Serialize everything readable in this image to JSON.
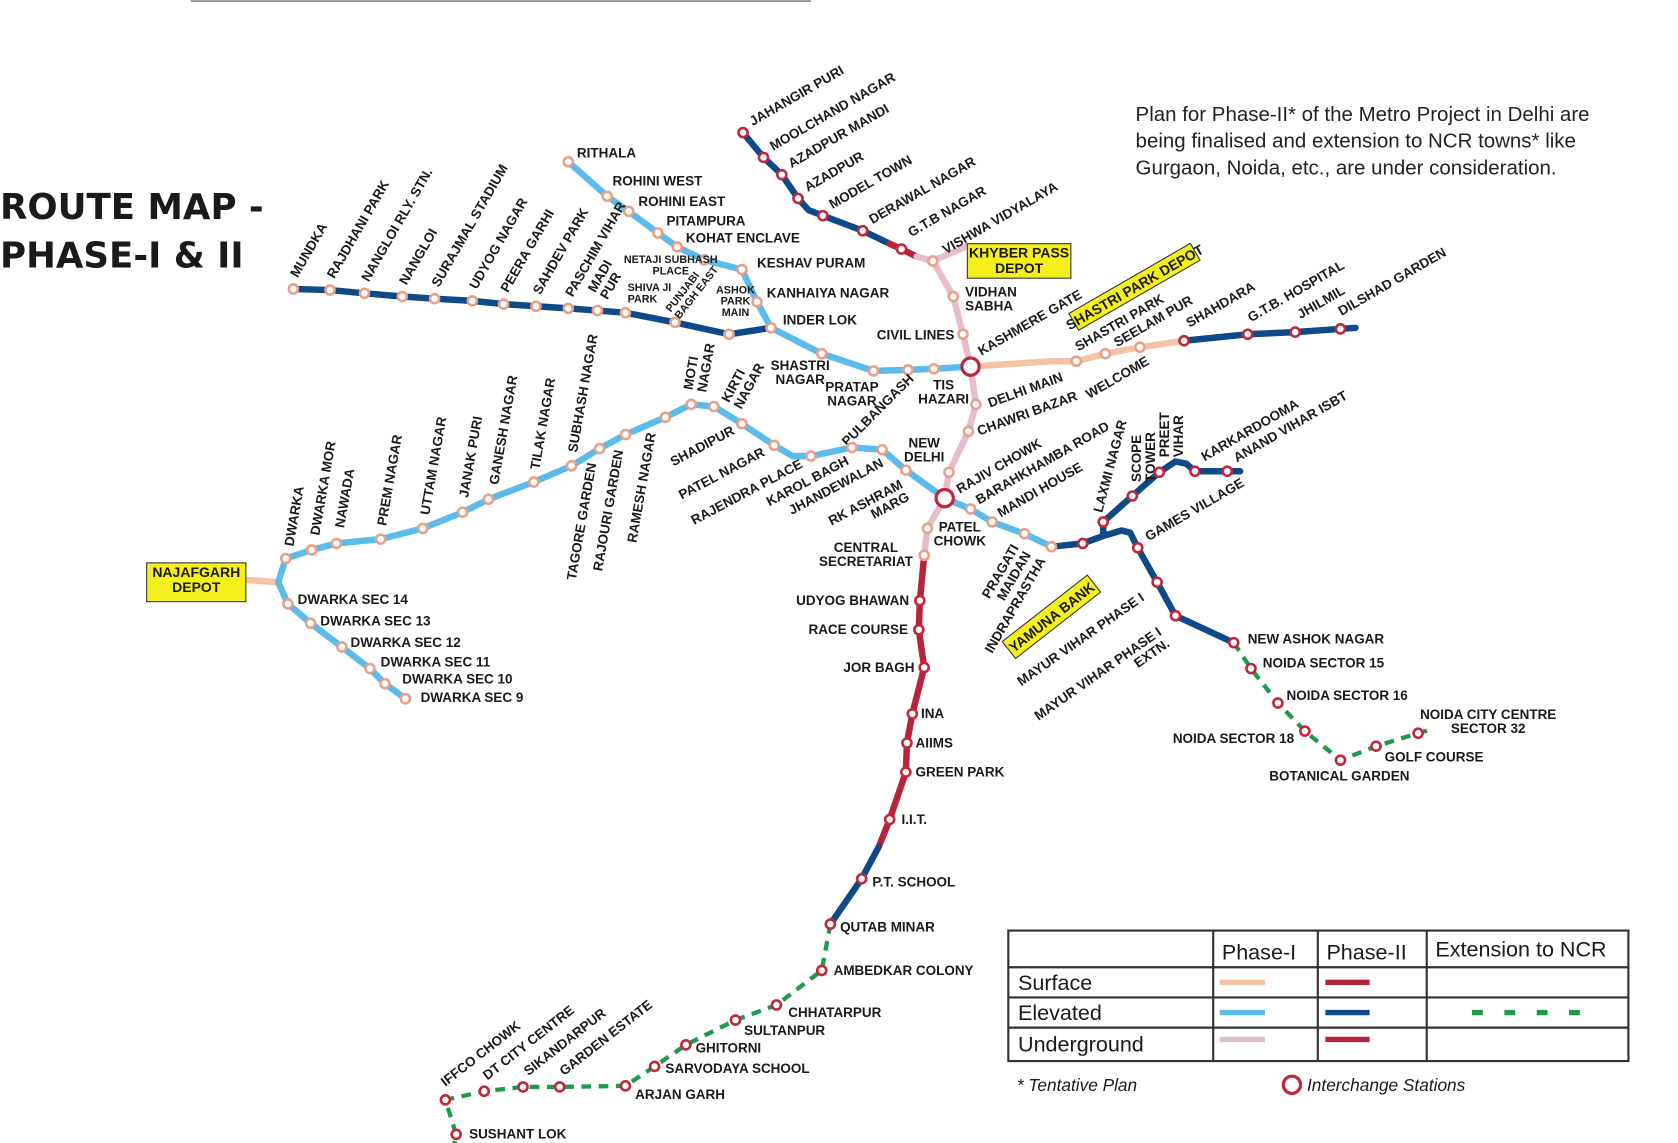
{
  "title": {
    "line1": "ROUTE MAP -",
    "line2": "PHASE-I & II"
  },
  "note": [
    "Plan for Phase-II* of the Metro Project in Delhi are",
    "being finalised and extension to NCR towns* like",
    "Gurgaon, Noida, etc., are under consideration."
  ],
  "colors": {
    "phase1_surface": "#f4c3a6",
    "phase1_elevated": "#5bbbea",
    "phase1_underground": "#e7bccd",
    "phase2_surface": "#b8233c",
    "phase2_elevated": "#0f4a88",
    "phase2_underground": "#b8233c",
    "ncr_extension": "#1f9a4b",
    "station_phase1": "#e8a088",
    "station_phase2": "#c0273a",
    "depot_fill": "#f5f01c"
  },
  "depots": [
    {
      "id": "khyber-pass",
      "lines": [
        "KHYBER PASS",
        "DEPOT"
      ]
    },
    {
      "id": "shastri-park",
      "lines": [
        "SHASTRI PARK DEPOT"
      ]
    },
    {
      "id": "najafgarh",
      "lines": [
        "NAJAFGARH",
        "DEPOT"
      ]
    },
    {
      "id": "yamuna-bank",
      "lines": [
        "YAMUNA BANK"
      ]
    }
  ],
  "lines": [
    {
      "id": "line1",
      "stations": [
        "RITHALA",
        "ROHINI WEST",
        "ROHINI EAST",
        "PITAMPURA",
        "KOHAT ENCLAVE",
        "NETAJI SUBHASH PLACE",
        "KESHAV PURAM",
        "KANHAIYA NAGAR",
        "INDER LOK",
        "SHASTRI NAGAR",
        "PRATAP NAGAR",
        "PULBANGASH",
        "TIS HAZARI",
        "KASHMERE GATE",
        "SHASTRI PARK",
        "SEELAM PUR",
        "WELCOME",
        "SHAHDARA",
        "G.T.B. HOSPITAL",
        "JHILMIL",
        "DILSHAD GARDEN"
      ]
    },
    {
      "id": "line2",
      "stations": [
        "JAHANGIR PURI",
        "MOOLCHAND NAGAR",
        "AZADPUR MANDI",
        "AZADPUR",
        "MODEL TOWN",
        "DERAWAL NAGAR",
        "G.T.B NAGAR",
        "VISHWA VIDYALAYA",
        "VIDHAN SABHA",
        "CIVIL LINES",
        "DELHI MAIN",
        "CHAWRI BAZAR",
        "NEW DELHI",
        "RAJIV CHOWK",
        "PATEL CHOWK",
        "CENTRAL SECRETARIAT",
        "UDYOG BHAWAN",
        "RACE COURSE",
        "JOR BAGH",
        "INA",
        "AIIMS",
        "GREEN PARK",
        "I.I.T.",
        "P.T. SCHOOL",
        "QUTAB MINAR",
        "AMBEDKAR COLONY",
        "CHHATARPUR",
        "SULTANPUR",
        "GHITORNI",
        "SARVODAYA SCHOOL",
        "ARJAN GARH",
        "GARDEN ESTATE",
        "SIKANDARPUR",
        "DT CITY CENTRE",
        "IFFCO CHOWK",
        "SUSHANT LOK"
      ]
    },
    {
      "id": "line3",
      "stations": [
        "DWARKA SEC 9",
        "DWARKA SEC 10",
        "DWARKA SEC 11",
        "DWARKA SEC 12",
        "DWARKA SEC 13",
        "DWARKA SEC 14",
        "DWARKA",
        "DWARKA MOR",
        "NAWADA",
        "PREM NAGAR",
        "UTTAM NAGAR",
        "JANAK PURI",
        "GANESH NAGAR",
        "TILAK NAGAR",
        "SUBHASH NAGAR",
        "TAGORE GARDEN",
        "RAJOURI GARDEN",
        "RAMESH NAGAR",
        "MOTI NAGAR",
        "KIRTI NAGAR",
        "SHADIPUR",
        "PATEL NAGAR",
        "RAJENDRA PLACE",
        "KAROL BAGH",
        "JHANDEWALAN",
        "RK ASHRAM MARG",
        "BARAHKHAMBA ROAD",
        "MANDI HOUSE",
        "PRAGATI MAIDAN",
        "INDRAPRASTHA",
        "",
        "LAXMI NAGAR",
        "SCOPE TOWER",
        "PREET VIHAR",
        "KARKARDOOMA",
        "ANAND VIHAR ISBT",
        "GAMES VILLAGE",
        "MAYUR VIHAR PHASE I",
        "MAYUR VIHAR PHASE I EXTN.",
        "NEW ASHOK NAGAR",
        "NOIDA SECTOR 15",
        "NOIDA SECTOR 16",
        "NOIDA SECTOR 18",
        "BOTANICAL GARDEN",
        "GOLF COURSE",
        "NOIDA CITY CENTRE SECTOR 32"
      ]
    },
    {
      "id": "line4",
      "stations": [
        "MUNDKA",
        "RAJDHANI PARK",
        "NANGLOI RLY. STN.",
        "NANGLOI",
        "SURAJMAL STADIUM",
        "UDYOG NAGAR",
        "PEERA GARHI",
        "SAHDEV PARK",
        "PASCHIM VIHAR",
        "MADI PUR",
        "SHIVA JI PARK",
        "PUNJABI BAGH EAST",
        "ASHOK PARK MAIN"
      ]
    }
  ],
  "legend": {
    "columns": [
      "Phase-I",
      "Phase-II",
      "Extension to NCR"
    ],
    "rows": [
      "Surface",
      "Elevated",
      "Underground"
    ],
    "footnote": "* Tentative Plan",
    "interchange_label": "Interchange Stations"
  }
}
